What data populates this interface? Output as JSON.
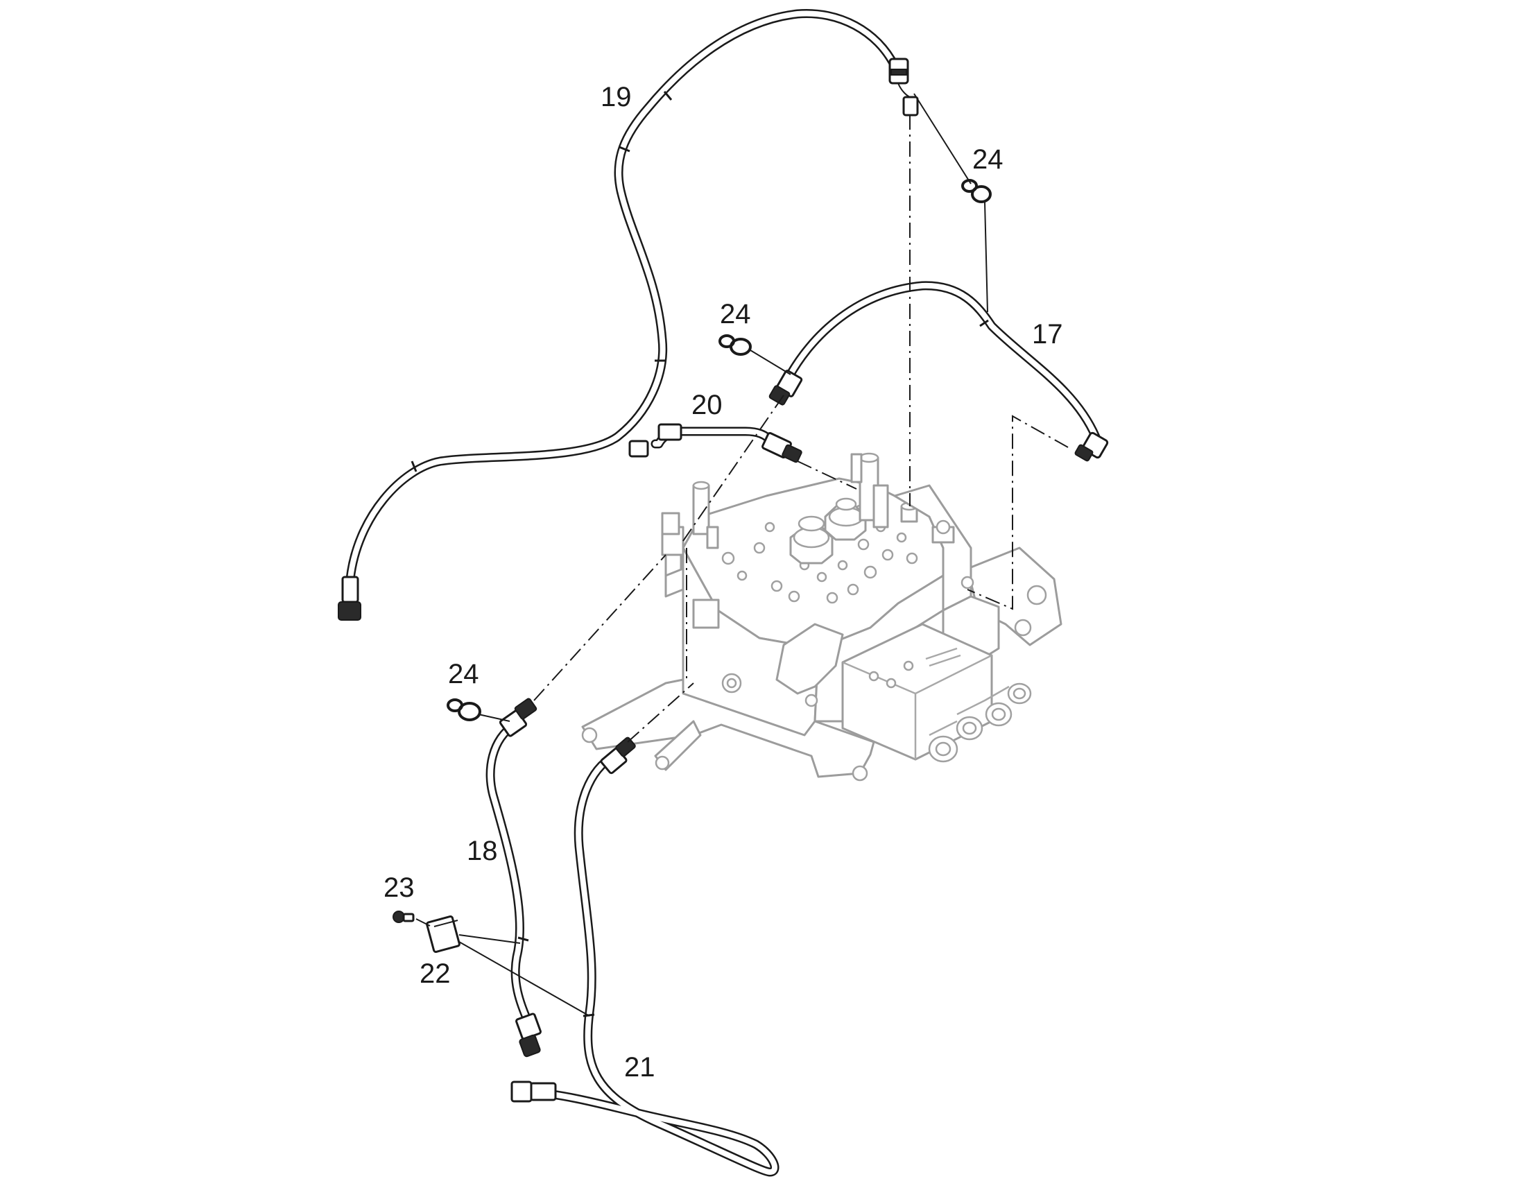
{
  "callouts": {
    "hose_17": "17",
    "hose_18": "18",
    "hose_19": "19",
    "hose_20": "20",
    "hose_21": "21",
    "sleeve_22": "22",
    "plug_23": "23",
    "clip_24_top": "24",
    "clip_24_mid": "24",
    "clip_24_low": "24"
  },
  "colors": {
    "line": "#1a1a1a",
    "valve_line": "#9c9c9c",
    "background": "#ffffff"
  }
}
